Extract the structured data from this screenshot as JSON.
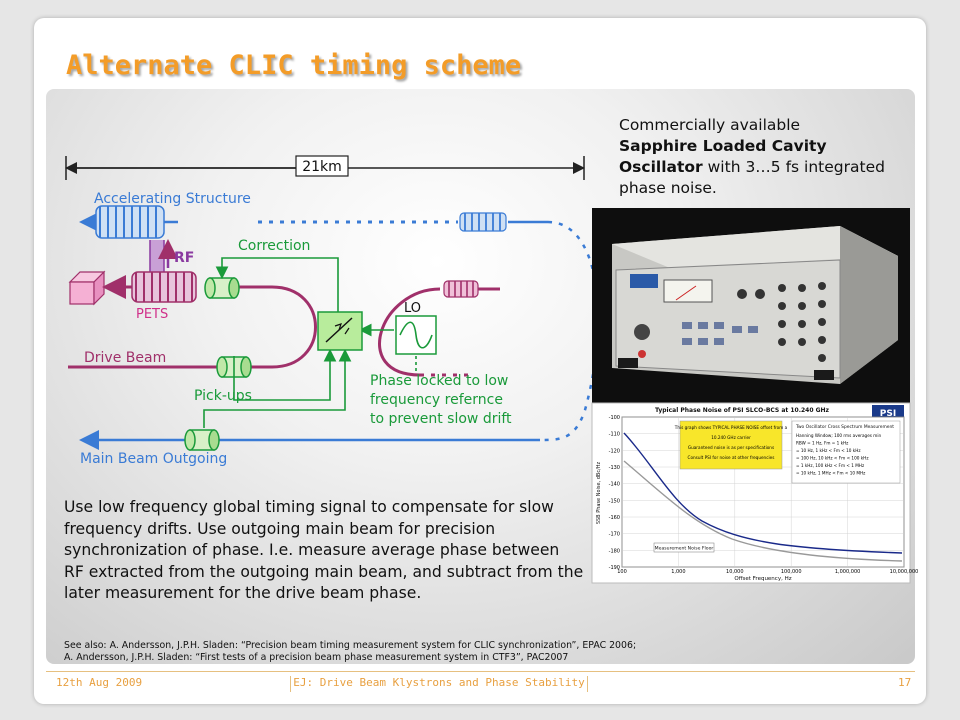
{
  "slide": {
    "title": "Alternate CLIC timing scheme",
    "caption": {
      "line1": "Commercially available",
      "bold": "Sapphire Loaded Cavity Oscillator",
      "rest": " with 3…5 fs integrated phase noise."
    },
    "body_text": "Use low frequency global timing signal to compensate for slow frequency drifts. Use outgoing main beam for precision synchronization of phase. I.e. measure average phase between RF extracted from the outgoing main beam, and subtract from the later measurement for the drive beam phase.",
    "references": {
      "line1": "See also: A. Andersson, J.P.H. Sladen: “Precision beam timing measurement system for CLIC synchronization”, EPAC 2006;",
      "line2": "A. Andersson, J.P.H. Sladen: “First tests of a precision beam phase measurement system in CTF3”, PAC2007"
    }
  },
  "diagram": {
    "distance": "21km",
    "accelerating_structure": "Accelerating Structure",
    "rf": "RF",
    "pets": "PETS",
    "correction": "Correction",
    "lo": "LO",
    "drive_beam": "Drive Beam",
    "pick_ups": "Pick-ups",
    "phase_locked_1": "Phase locked to low",
    "phase_locked_2": "frequency refernce",
    "phase_locked_3": "to prevent slow drift",
    "main_beam_outgoing": "Main Beam Outgoing"
  },
  "chart": {
    "title": "Typical Phase Noise of PSI SLCO-BCS at 10.240 GHz",
    "logo": "PSI",
    "ylabel": "SSB Phase Noise, dBc/Hz",
    "xlabel": "Offset Frequency, Hz",
    "y_ticks": [
      "-100",
      "-110",
      "-120",
      "-130",
      "-140",
      "-150",
      "-160",
      "-170",
      "-180",
      "-190"
    ],
    "x_ticks": [
      "100",
      "1,000",
      "10,000",
      "100,000",
      "1,000,000",
      "10,000,000"
    ],
    "noise_floor_label": "Measurement Noise Floor",
    "note_lines": [
      "This graph shows TYPICAL PHASE NOISE offset from a",
      "10.240 GHz carrier",
      "Guaranteed noise is as per specifications",
      "Consult PSI for noise at other frequencies"
    ],
    "spec_title": "Two Oscillator Cross Spectrum Measurement",
    "spec_lines": [
      "Hanning Window; 100 rms averages min",
      "RBW = 1 Hz, Fm = 1 kHz",
      "= 10 Hz, 1 kHz < Fm < 10 kHz",
      "= 100 Hz, 10 kHz < Fm < 100 kHz",
      "= 1 kHz, 100 kHz < Fm < 1 MHz",
      "= 10 kHz, 1 MHz < Fm < 10 MHz"
    ]
  },
  "footer": {
    "date": "12th Aug 2009",
    "center": "EJ: Drive Beam Klystrons and Phase Stability",
    "page": "17"
  },
  "colors": {
    "title": "#f39c28",
    "blue": "#3a7bd5",
    "magenta": "#a0306a",
    "green": "#1a9a3a",
    "footer": "#e8a040"
  }
}
